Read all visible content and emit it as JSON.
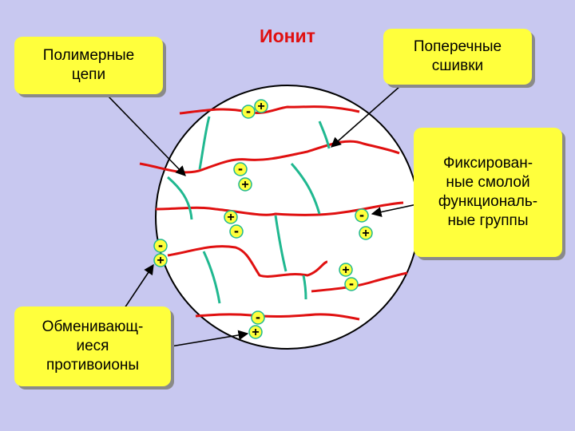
{
  "title": "Ионит",
  "labels": {
    "polymer_chains": "Полимерные\nцепи",
    "crosslinks": "Поперечные\nсшивки",
    "fixed_groups": "Фиксирован-\nные смолой\nфункциональ-\nные группы",
    "counterions": "Обменивающ-\nиеся\nпротивоионы"
  },
  "symbols": {
    "minus": "-",
    "plus": "+"
  },
  "colors": {
    "background": "#c8c8f0",
    "title": "#e01010",
    "callout_fill": "#ffff3c",
    "polymer_chain": "#e01010",
    "crosslink": "#20b890",
    "ion_fill": "#ffff3c",
    "ion_border": "#20b890"
  }
}
